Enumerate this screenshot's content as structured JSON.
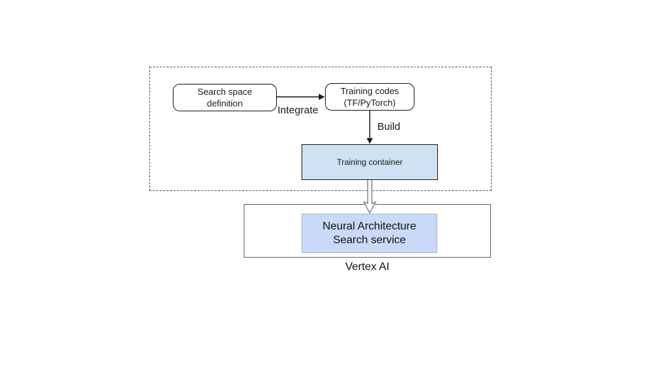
{
  "diagram": {
    "dev_group": {
      "nodes": {
        "search_space": {
          "label": "Search space\ndefinition"
        },
        "training_codes": {
          "label": "Training codes\n(TF/PyTorch)"
        },
        "training_container": {
          "label": "Training container"
        }
      },
      "edge_labels": {
        "integrate": "Integrate",
        "build": "Build"
      }
    },
    "vertex_group": {
      "nas_service": {
        "label": "Neural Architecture\nSearch service"
      },
      "platform_label": "Vertex AI"
    },
    "colors": {
      "training_container_fill": "#cfe2f3",
      "nas_service_fill": "#c9daf8",
      "nas_service_border": "#7b89ad",
      "node_border": "#1a1a1a",
      "dev_group_dashed_border": "#545454",
      "vertex_box_border": "#5f6368",
      "solid_arrow": "#1a1a1a",
      "hollow_arrow_stroke": "#8a8a8a"
    }
  }
}
